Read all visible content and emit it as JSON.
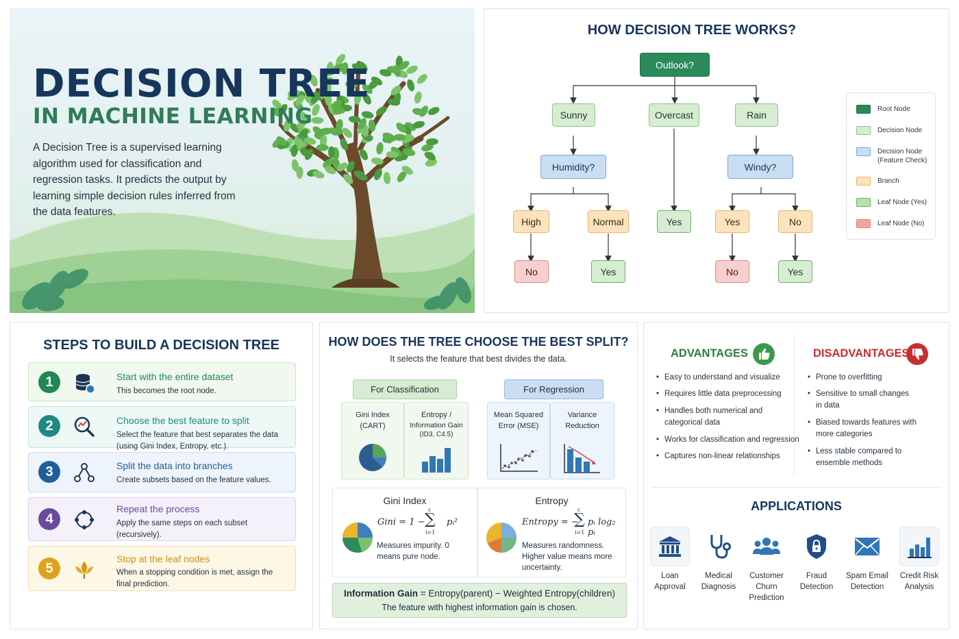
{
  "hero": {
    "title_line1": "DECISION TREE",
    "title_line2": "IN MACHINE LEARNING",
    "description": "A Decision Tree is a supervised learning algorithm used for classification and regression tasks. It predicts the output by learning simple decision rules inferred from the data features."
  },
  "how_it_works": {
    "title": "HOW DECISION TREE WORKS?",
    "nodes": {
      "root": "Outlook?",
      "sunny": "Sunny",
      "overcast": "Overcast",
      "rain": "Rain",
      "humidity": "Humidity?",
      "windy": "Windy?",
      "high": "High",
      "normal": "Normal",
      "overcast_leaf": "Yes",
      "windy_yes": "Yes",
      "windy_no": "No",
      "high_leaf": "No",
      "normal_leaf": "Yes",
      "windy_yes_leaf": "No",
      "windy_no_leaf": "Yes"
    },
    "legend": [
      {
        "label": "Root Node",
        "color": "#2b8a5a"
      },
      {
        "label": "Decision Node",
        "color": "#d6edd2"
      },
      {
        "label": "Decision Node (Feature Check)",
        "color": "#c9ddf3"
      },
      {
        "label": "Branch",
        "color": "#fde3bd"
      },
      {
        "label": "Leaf Node (Yes)",
        "color": "#b9dfb2"
      },
      {
        "label": "Leaf Node (No)",
        "color": "#f2a3a3"
      }
    ]
  },
  "steps": {
    "title": "STEPS TO BUILD A DECISION TREE",
    "items": [
      {
        "num": "1",
        "title": "Start with the entire dataset",
        "desc": "This becomes the root node.",
        "color": "#1f8a52",
        "icon": "database-icon"
      },
      {
        "num": "2",
        "title": "Choose the best feature to split",
        "desc": "Select the feature that best separates the data (using Gini Index, Entropy, etc.).",
        "color": "#1d8a82",
        "icon": "magnifier-chart-icon"
      },
      {
        "num": "3",
        "title": "Split the data into branches",
        "desc": "Create subsets based on the feature values.",
        "color": "#1f5f99",
        "icon": "branch-nodes-icon"
      },
      {
        "num": "4",
        "title": "Repeat the process",
        "desc": "Apply the same steps on each subset (recursively).",
        "color": "#6a4a9c",
        "icon": "cycle-icon"
      },
      {
        "num": "5",
        "title": "Stop at the leaf nodes",
        "desc": "When a stopping condition is met, assign the final prediction.",
        "color": "#e0a21a",
        "icon": "leaf-icon"
      }
    ]
  },
  "split": {
    "title": "HOW DOES THE TREE CHOOSE THE BEST SPLIT?",
    "subtitle": "It selects the feature that best divides the data.",
    "classification_label": "For Classification",
    "regression_label": "For Regression",
    "metrics": {
      "gini": "Gini Index (CART)",
      "entropy_ig_line1": "Entropy /",
      "entropy_ig_line2": "Information Gain",
      "entropy_ig_line3": "(ID3, C4.5)",
      "mse": "Mean Squared Error (MSE)",
      "variance": "Variance Reduction"
    },
    "gini_box": {
      "title": "Gini Index",
      "formula_lhs": "Gini = 1 −",
      "sum_top": "c",
      "sum_bottom": "i=1",
      "term": "pᵢ²",
      "note": "Measures impurity. 0 means pure node."
    },
    "entropy_box": {
      "title": "Entropy",
      "formula_lhs": "Entropy = −",
      "sum_top": "c",
      "sum_bottom": "i=1",
      "term": "pᵢ log₂ pᵢ",
      "note": "Measures randomness. Higher value means more uncertainty."
    },
    "info_gain": {
      "line1_bold": "Information Gain",
      "line1_rest": " = Entropy(parent) − Weighted Entropy(children)",
      "line2": "The feature with highest information gain is chosen."
    }
  },
  "pros_cons": {
    "advantages_title": "ADVANTAGES",
    "disadvantages_title": "DISADVANTAGES",
    "advantages": [
      "Easy to understand and visualize",
      "Requires little data preprocessing",
      "Handles both numerical and categorical data",
      "Works for classification and regression",
      "Captures non-linear relationships"
    ],
    "disadvantages": [
      "Prone to overfitting",
      "Sensitive to small changes in data",
      "Biased towards features with more categories",
      "Less stable compared to ensemble methods"
    ],
    "applications_title": "APPLICATIONS",
    "applications": [
      {
        "label": "Loan Approval",
        "icon": "bank-icon"
      },
      {
        "label": "Medical Diagnosis",
        "icon": "stethoscope-icon"
      },
      {
        "label": "Customer Churn Prediction",
        "icon": "users-icon"
      },
      {
        "label": "Fraud Detection",
        "icon": "shield-lock-icon"
      },
      {
        "label": "Spam Email Detection",
        "icon": "envelope-icon"
      },
      {
        "label": "Credit Risk Analysis",
        "icon": "bar-chart-icon"
      }
    ]
  }
}
